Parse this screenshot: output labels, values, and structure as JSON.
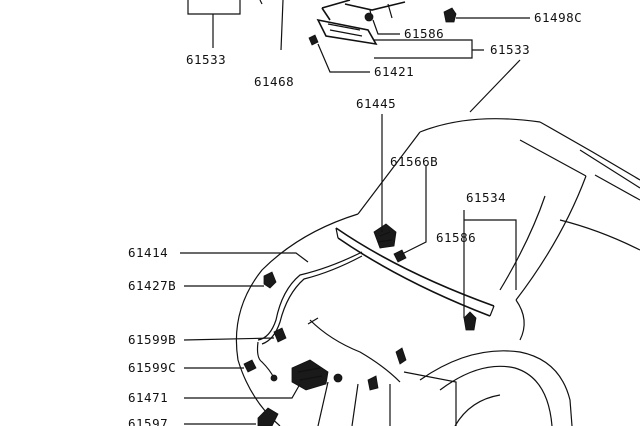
{
  "labels": {
    "l61533a": "61533",
    "l61468": "61468",
    "l61498c": "61498C",
    "l61586a": "61586",
    "l61533b": "61533",
    "l61421": "61421",
    "l61445": "61445",
    "l61566b": "61566B",
    "l61534": "61534",
    "l61586b": "61586",
    "l61414": "61414",
    "l61427b": "61427B",
    "l61599b": "61599B",
    "l61599c": "61599C",
    "l61471": "61471",
    "l61597": "61597"
  }
}
